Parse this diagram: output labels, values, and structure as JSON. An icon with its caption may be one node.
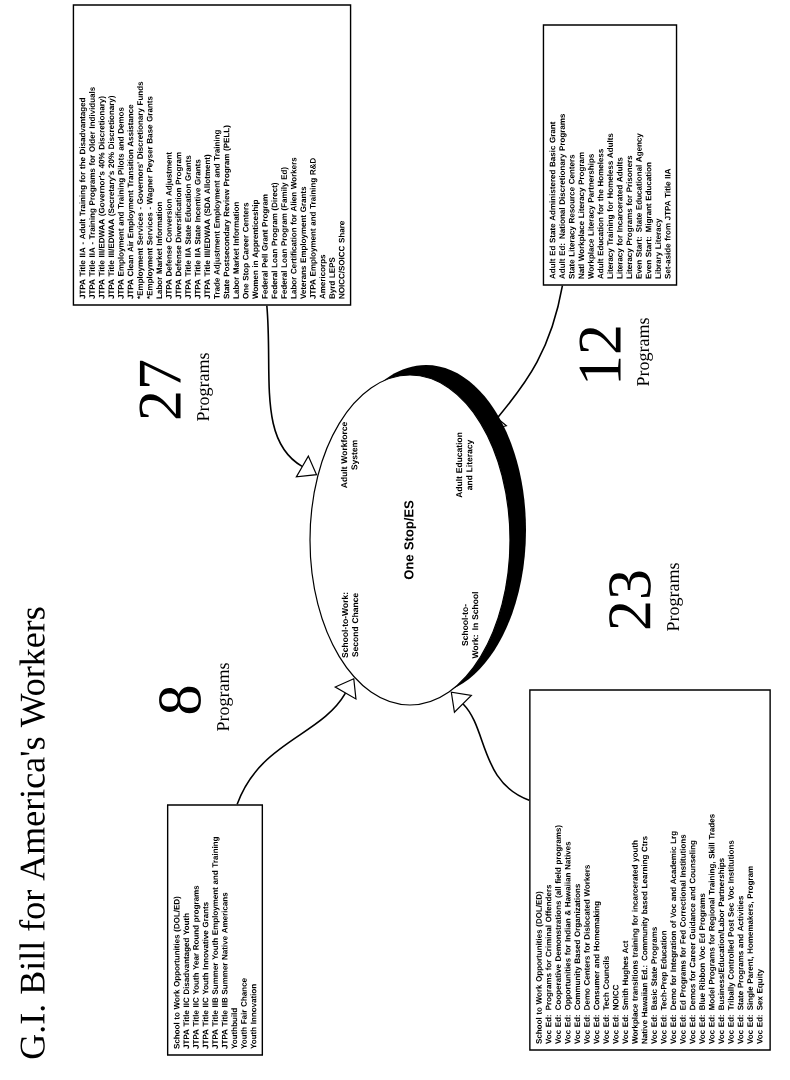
{
  "diagram": {
    "title": "G.I. Bill for America's Workers",
    "nodes": [
      {
        "text": [
          "School to Work Opportunities (DOL/ED)",
          "JTPA Title IIC Disadvantaged Youth",
          "JTPA Title IIC Youth Year Round programs",
          "JTPA Title IIC Youth Innovative Grants",
          "JTPA Title IIB Summer Youth Employment and Training",
          "JTPA Title IIB Summer Native Americans",
          "Youthbuild",
          "Youth Fair Chance",
          "Youth Innovation"
        ],
        "beside": [
          "8",
          "Programs"
        ]
      },
      {
        "text": [
          "JTPA Title IIA - Adult Training for the Disadvantaged",
          "JTPA Title IIA - Training Programs for Older Individuals",
          "JTPA Title III/EDWAA (Governor's 40% Discretionary)",
          "JTPA Title III/EDWAA (Secretary's 20% Discretionary)",
          "JTPA Employment and Training Pilots and Demos",
          "JTPA Clean Air Employment Transition Assistance",
          "*Employment Services - Governors' Discretionary Funds",
          "*Employment Services - Wagner Peyser Base Grants",
          "Labor Market Information",
          "JTPA Defense Conversion Adjustment",
          "JTPA Defense Diversification Program",
          "JTPA Title IIA State Education Grants",
          "JTPA Title IIA State Incentive Grants",
          "JTPA Title III/EDWAA (SDA Allotment)",
          "Trade Adjustment Employment and Training",
          "State Postsecondary Review Program (PELL)",
          "Labor Market Information",
          "One Stop Career Centers",
          "Women in Apprenticeship",
          "Federal Pell Grant Program",
          "Federal Loan Program (Direct)",
          "Federal Loan Program (Family Ed)",
          "Labor Certification for Alien Workers",
          "Veterans Employment Grants",
          "JTPA Employment and Training R&D",
          "Americorps",
          "Byrd LEPS",
          "NOICC/SOICC Share"
        ],
        "beside": [
          "27",
          "Programs"
        ]
      },
      {
        "text": [
          "One Stop/ES",
          "School-to-Work: Second Chance",
          "Adult Workforce System",
          "School-to-Work: In School",
          "Adult Education and Literacy"
        ]
      },
      {
        "text": [
          "School to Work Opportunities (DOL/ED)",
          "Voc Ed: Programs for Criminal Offenders",
          "Voc Ed: Cooperative Demonstrations (all field programs)",
          "Voc Ed: Opportunities for Indian & Hawaiian Natives",
          "Voc Ed: Community Based Organizations",
          "Voc Ed: Demo Centers for Dislocated Workers",
          "Voc Ed: Consumer and Homemaking",
          "Voc Ed: Tech Councils",
          "Voc Ed: NOICC",
          "Voc Ed: Smith Hughes Act",
          "Workplace transitions training for incarcerated youth",
          "Native Hawaiian Ed.: Community based Learning Ctrs",
          "Voc Ed: Basic State Programs",
          "Voc Ed: Tech-Prep Education",
          "Voc Ed: Demo for Integration of Voc and Academic Lrg",
          "Voc Ed: Ed Programs for Fed Correctional Institutions",
          "Voc Ed: Demos for Career Guidance and Counseling",
          "Voc Ed: Blue Ribbon Voc Ed Programs",
          "Voc Ed: Model Programs for Regional Training, Skill Trades",
          "Voc Ed: Business/Education/Labor Partnerships",
          "Voc Ed: Tribally Controlled Post Sec Voc Institutions",
          "Voc Ed: State Programs and Activities",
          "Voc Ed: Single Parent, Homemakers, Program",
          "Voc Ed: Sex Equity"
        ],
        "beside": [
          "23",
          "Programs"
        ]
      },
      {
        "text": [
          "Adult Ed State Administered Basic Grant",
          "Adult Ed: National Discretionary Programs",
          "State Literacy Resource Centers",
          "Natl Workplace Literacy Program",
          "Workplace Literacy Partnerships",
          "Adult Education for the Homeless",
          "Literacy Training for Homeless Adults",
          "Literacy for Incarcerated Adults",
          "Literacy Programs for Prisoners",
          "Even Start: State Educational Agency",
          "Even Start: Migrant Education",
          "Library Literacy",
          "Set-aside from JTPA Title IIA"
        ],
        "beside": [
          "12",
          "Programs"
        ]
      }
    ],
    "edges": [
      {
        "from": 0,
        "to": 2,
        "arrow": "to"
      },
      {
        "from": 1,
        "to": 2,
        "arrow": "to"
      },
      {
        "from": 3,
        "to": 2,
        "arrow": "to"
      },
      {
        "from": 4,
        "to": 2,
        "arrow": "to"
      }
    ]
  }
}
